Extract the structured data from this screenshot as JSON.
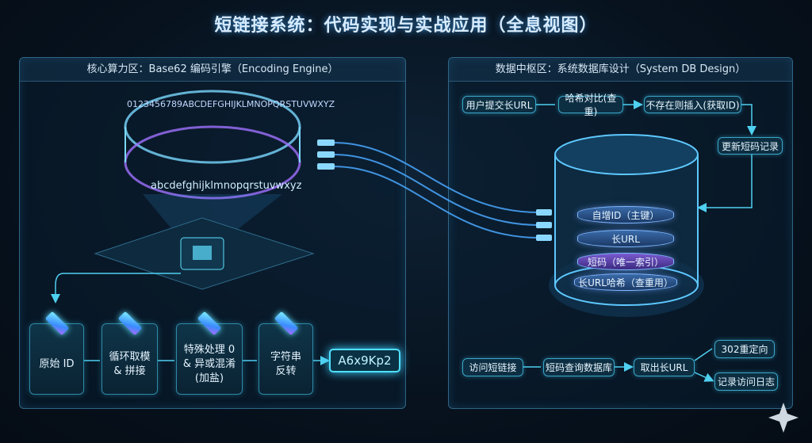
{
  "title": "短链接系统：代码实现与实战应用（全息视图）",
  "left_panel": {
    "heading": "核心算力区：Base62 编码引擎（Encoding Engine）",
    "ring_text": [
      "0123456789ABCDEFGHIJKLMNOPQRSTUVWXYZ",
      "abcdefghijklmnopqrstuvwxyz"
    ],
    "steps": [
      "原始 ID",
      "循环取模\n& 拼接",
      "特殊处理 0\n& 异或混淆\n(加盐)",
      "字符串\n反转"
    ],
    "result": "A6x9Kp2"
  },
  "right_panel": {
    "heading": "数据中枢区：系统数据库设计（System DB Design）",
    "write_flow": [
      "用户提交长URL",
      "哈希对比(查重)",
      "不存在则插入(获取ID)",
      "更新短码记录"
    ],
    "db_fields": [
      "自增ID（主键）",
      "长URL",
      "短码（唯一索引）",
      "长URL哈希（查重用）"
    ],
    "read_flow": [
      "访问短链接",
      "短码查询数据库",
      "取出长URL",
      "302重定向",
      "记录访问日志"
    ]
  },
  "colors": {
    "accent": "#4fe0ff",
    "panel_border": "#2f6585"
  }
}
